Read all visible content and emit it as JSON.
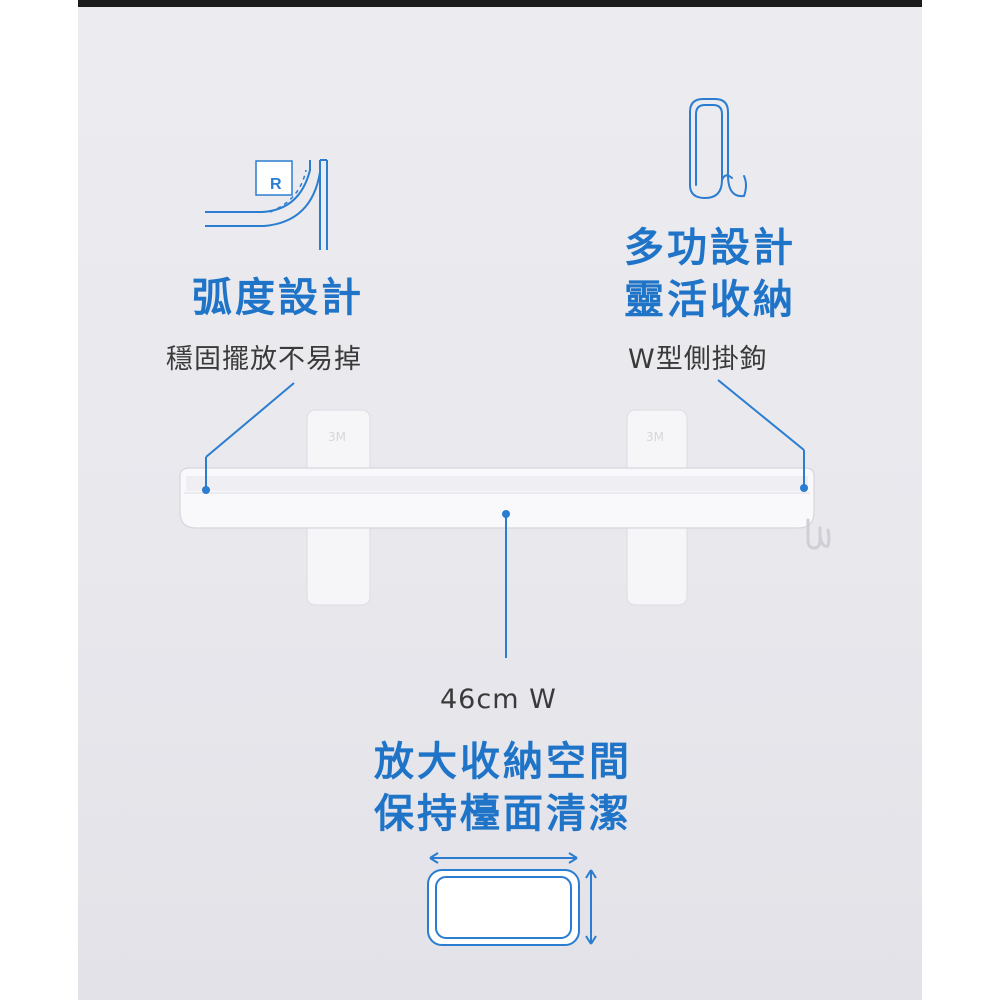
{
  "features": {
    "curve": {
      "icon": "curved-corner-icon",
      "badge": "R",
      "title": "弧度設計",
      "subtitle": "穩固擺放不易掉"
    },
    "hook": {
      "icon": "w-hook-icon",
      "title_line1": "多功設計",
      "title_line2": "靈活收納",
      "subtitle": "W型側掛鉤"
    },
    "storage": {
      "icon": "tray-dimension-icon",
      "dimension": "46cm W",
      "title_line1": "放大收納空間",
      "title_line2": "保持檯面清潔"
    }
  },
  "product": {
    "name": "shelf-with-adhesive-mounts",
    "mount_logo": "3M"
  },
  "colors": {
    "accent": "#1f74c8",
    "text": "#3a3a3a",
    "background": "#e9e9ee",
    "product": "#f7f7f9"
  }
}
